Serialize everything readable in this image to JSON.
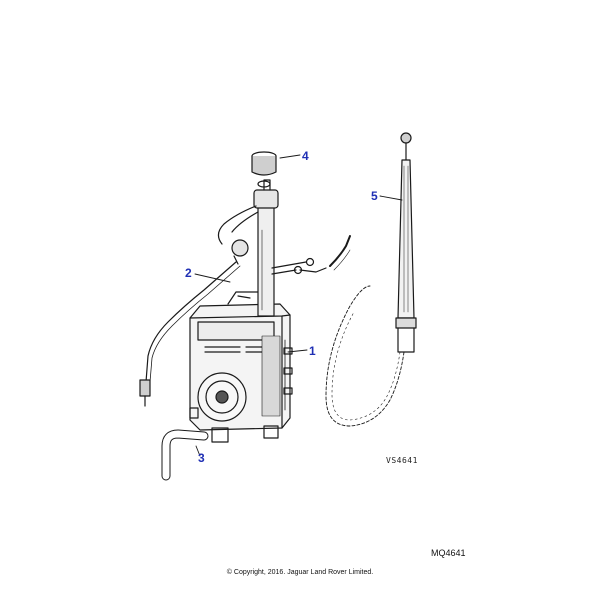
{
  "callouts": [
    {
      "id": "1",
      "label": "1"
    },
    {
      "id": "2",
      "label": "2"
    },
    {
      "id": "3",
      "label": "3"
    },
    {
      "id": "4",
      "label": "4"
    },
    {
      "id": "5",
      "label": "5"
    }
  ],
  "drawing_code": "VS4641",
  "page_code": "MQ4641",
  "copyright": "© Copyright, 2016. Jaguar Land Rover Limited.",
  "colors": {
    "callout": "#1f2fb4",
    "ink": "#1a1a1a"
  }
}
